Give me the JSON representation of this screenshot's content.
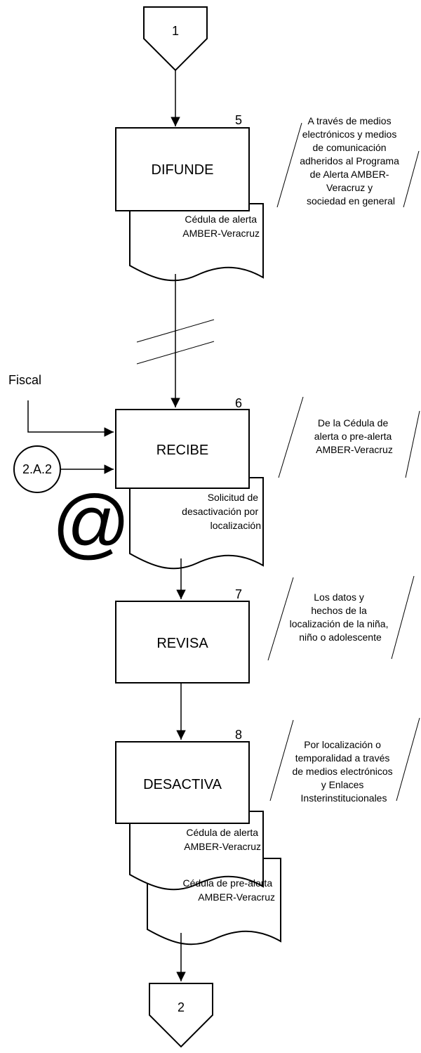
{
  "connectors": {
    "top": "1",
    "bottom": "2",
    "ref": "2.A.2"
  },
  "external_input": "Fiscal",
  "steps": [
    {
      "number": "5",
      "label": "DIFUNDE",
      "documents": [
        [
          "Cédula de alerta",
          "AMBER-Veracruz"
        ]
      ],
      "note": [
        "A través de medios",
        "electrónicos y medios",
        "de comunicación",
        "adheridos al Programa",
        "de Alerta AMBER-",
        "Veracruz y",
        "sociedad en general"
      ]
    },
    {
      "number": "6",
      "label": "RECIBE",
      "documents": [
        [
          "Solicitud de",
          "desactivación por",
          "localización"
        ]
      ],
      "note": [
        "De la Cédula de",
        "alerta o pre-alerta",
        "AMBER-Veracruz"
      ]
    },
    {
      "number": "7",
      "label": "REVISA",
      "documents": [],
      "note": [
        "Los datos y",
        "hechos de la",
        "localización de la niña,",
        "niño o adolescente"
      ]
    },
    {
      "number": "8",
      "label": "DESACTIVA",
      "documents": [
        [
          "Cédula de alerta",
          "AMBER-Veracruz"
        ],
        [
          "Cédula de pre-alerta",
          "AMBER-Veracruz"
        ]
      ],
      "note": [
        "Por localización o",
        "temporalidad a través",
        "de medios electrónicos",
        "y Enlaces",
        "Insterinstitucionales"
      ]
    }
  ],
  "email_symbol": "@"
}
